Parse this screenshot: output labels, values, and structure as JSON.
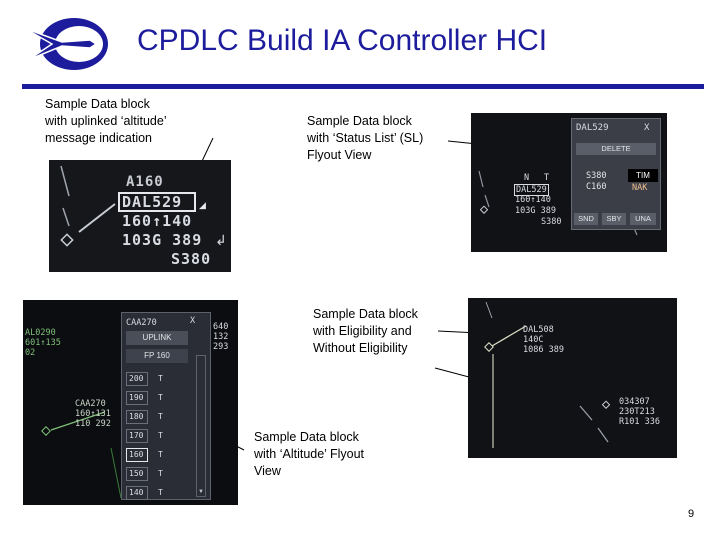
{
  "slide": {
    "title": "CPDLC Build IA Controller HCI",
    "page_number": "9",
    "colors": {
      "title": "#1c1c9c",
      "rule": "#1c1c9c",
      "logo": "#1c1c9c"
    }
  },
  "captions": {
    "altitude_message": "Sample Data block\nwith uplinked ‘altitude’\nmessage indication",
    "status_list": "Sample Data block\nwith ‘Status List’ (SL)\nFlyout View",
    "eligibility": "Sample Data block\nwith Eligibility and\nWithout Eligibility",
    "altitude_flyout": "Sample Data block\nwith ‘Altitude’ Flyout\nView"
  },
  "panel_altitude_message": {
    "assigned_alt": "A160",
    "callsign": "DAL529",
    "line2": "160↑140",
    "line3": "103G 389",
    "line4": "S380"
  },
  "panel_status_list": {
    "n_label": "N",
    "t_label": "T",
    "callsign": "DAL529",
    "line2": "160↑140",
    "line3": "103G 389",
    "line4": "S380",
    "window": {
      "callsign": "DAL529",
      "close": "X",
      "delete_button": "DELETE",
      "msg_alt": "S380",
      "msg_clearance": "C160",
      "tim_label": "TIM",
      "nak_label": "NAK",
      "snd_button": "SND",
      "sby_button": "SBY",
      "una_button": "UNA"
    }
  },
  "panel_altitude_flyout": {
    "left_block": {
      "line1": "AL0290",
      "line2": "601↑135",
      "line3": "02"
    },
    "track_block": {
      "line1": "CAA270",
      "line2": "160↑131",
      "line3": "110 292"
    },
    "right_block": {
      "line1": "640",
      "line2": "132",
      "line3": "293"
    },
    "flyout": {
      "callsign": "CAA270",
      "close": "X",
      "uplink_button": "UPLINK",
      "fp_button": "FP 160",
      "rows": [
        {
          "alt": "200",
          "t": "T"
        },
        {
          "alt": "190",
          "t": "T"
        },
        {
          "alt": "180",
          "t": "T"
        },
        {
          "alt": "170",
          "t": "T"
        },
        {
          "alt": "160",
          "t": "T"
        },
        {
          "alt": "150",
          "t": "T"
        },
        {
          "alt": "140",
          "t": "T"
        }
      ]
    }
  },
  "panel_eligibility": {
    "eligible_block": {
      "line1": "DAL508",
      "line2": "140C",
      "line3": "1086 389"
    },
    "ineligible_block": {
      "line1": "034307",
      "line2": "230T213",
      "line3": "R101  336"
    }
  }
}
